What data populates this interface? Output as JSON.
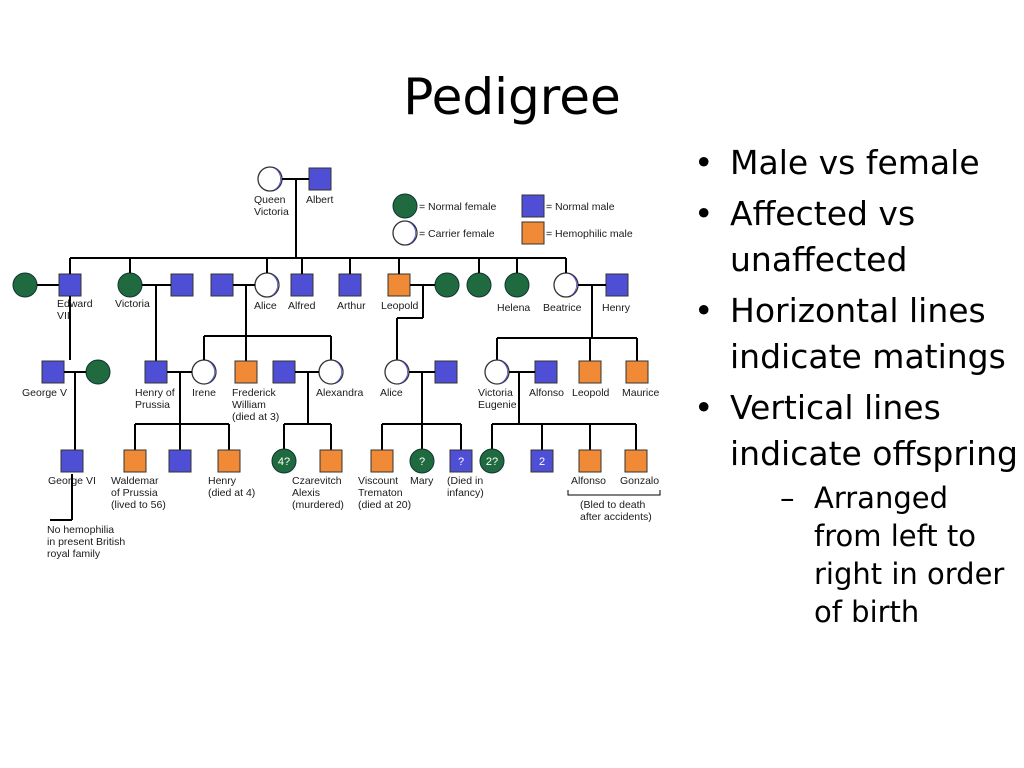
{
  "title": "Pedigree",
  "bullets": [
    {
      "text": "Male vs female",
      "sub": []
    },
    {
      "text": "Affected vs unaffected",
      "sub": []
    },
    {
      "text": "Horizontal lines indicate matings",
      "sub": []
    },
    {
      "text": "Vertical lines indicate offspring",
      "sub": [
        "Arranged from left to right in order of birth"
      ]
    }
  ],
  "colors": {
    "normal_female": "#1f6b3f",
    "carrier_female": "#ffffff",
    "normal_male": "#4f4fd6",
    "hemophilic_male": "#f08a36",
    "line": "#000000"
  },
  "legend": {
    "normal_female": "= Normal female",
    "carrier_female": "= Carrier female",
    "normal_male": "= Normal male",
    "hemophilic_male": "= Hemophilic male"
  },
  "labels": {
    "queen_victoria": [
      "Queen",
      "Victoria"
    ],
    "albert": [
      "Albert"
    ],
    "edward_vii": [
      "Edward",
      "VII"
    ],
    "victoria": [
      "Victoria"
    ],
    "alice": [
      "Alice"
    ],
    "alfred": [
      "Alfred"
    ],
    "arthur": [
      "Arthur"
    ],
    "leopold": [
      "Leopold"
    ],
    "helena": [
      "Helena"
    ],
    "beatrice": [
      "Beatrice"
    ],
    "henry": [
      "Henry"
    ],
    "george_v": [
      "George V"
    ],
    "henry_of_prussia": [
      "Henry of",
      "Prussia"
    ],
    "irene": [
      "Irene"
    ],
    "frederick_william": [
      "Frederick",
      "William",
      "(died at 3)"
    ],
    "alexandra": [
      "Alexandra"
    ],
    "alice_gen3": [
      "Alice"
    ],
    "victoria_eugenie": [
      "Victoria",
      "Eugenie"
    ],
    "alfonso_king": [
      "Alfonso"
    ],
    "leopold_gen3": [
      "Leopold"
    ],
    "maurice": [
      "Maurice"
    ],
    "george_vi": [
      "George VI"
    ],
    "no_hemophilia_note": [
      "No hemophilia",
      "in present British",
      "royal family"
    ],
    "waldemar": [
      "Waldemar",
      "of Prussia",
      "(lived to 56)"
    ],
    "henry_gen4": [
      "Henry",
      "(died at 4)"
    ],
    "alexis": [
      "Czarevitch",
      "Alexis",
      "(murdered)"
    ],
    "viscount_trematon": [
      "Viscount",
      "Trematon",
      "(died at 20)"
    ],
    "mary": [
      "Mary"
    ],
    "died_in_infancy": [
      "(Died in",
      "infancy)"
    ],
    "alfonso_gen4": [
      "Alfonso"
    ],
    "gonzalo": [
      "Gonzalo"
    ],
    "bled_note": [
      "(Bled to death",
      "after accidents)"
    ]
  },
  "symbol_marks": {
    "alexandra_daughters": "4?",
    "mary_mark": "?",
    "infant_mark": "?",
    "spain_daughters": "2?",
    "spain_sons": "2"
  }
}
